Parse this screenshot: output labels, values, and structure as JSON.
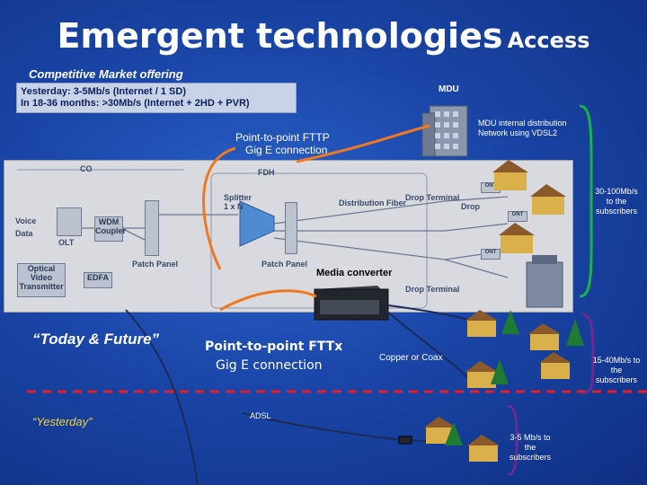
{
  "title": {
    "main": "Emergent technologies",
    "suffix": "Access"
  },
  "subtitle": "Competitive Market offering",
  "info": {
    "line1": "Yesterday: 3-5Mb/s (Internet / 1 SD)",
    "line2": "In 18-36 months: >30Mb/s (Internet + 2HD + PVR)"
  },
  "labels": {
    "mdu": "MDU",
    "mdu_distribution": "MDU internal distribution Network using VDSL2",
    "p2p_fttp_line1": "Point-to-point FTTP",
    "p2p_fttp_line2": "Gig E connection",
    "speed_fiber": "30-100Mb/s to the subscribers",
    "media_converter": "Media converter",
    "today_future": "“Today & Future”",
    "p2p_fttx_line1": "Point-to-point FTTx",
    "p2p_fttx_line2": "Gig E connection",
    "copper_coax": "Copper or Coax",
    "speed_copper": "15-40Mb/s to the subscribers",
    "yesterday": "“Yesterday”",
    "adsl": "ADSL",
    "speed_adsl": "3-5 Mb/s to the subscribers"
  },
  "diagram": {
    "co": "CO",
    "fdh": "FDH",
    "voice": "Voice",
    "data": "Data",
    "olt": "OLT",
    "wdm_line1": "WDM",
    "wdm_line2": "Coupler",
    "optical_line1": "Optical",
    "optical_line2": "Video",
    "optical_line3": "Transmitter",
    "edfa": "EDFA",
    "patch_panel_1": "Patch Panel",
    "splitter_line1": "Splitter",
    "splitter_line2": "1 x N",
    "patch_panel_2": "Patch Panel",
    "distribution_fiber": "Distribution Fiber",
    "drop_terminal_1": "Drop Terminal",
    "drop": "Drop",
    "drop_terminal_2": "Drop Terminal",
    "ont": "ONT"
  },
  "colors": {
    "accent_red": "#e0202a",
    "bracket_green": "#19b34a",
    "bracket_purple": "#6a2c91",
    "link_orange": "#f07820",
    "link_dark": "#1b2b5a"
  }
}
